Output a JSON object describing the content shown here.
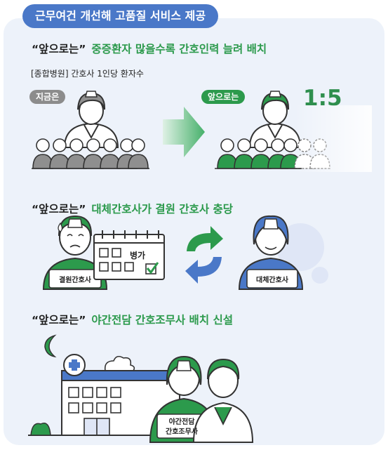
{
  "header": {
    "title": "근무여건 개선해 고품질 서비스 제공"
  },
  "section1": {
    "quote": "“앞으로는”",
    "title": "중증환자 많을수록 간호인력 늘려 배치",
    "subtitle": "[종합병원] 간호사 1인당 환자수",
    "now_label": "지금은",
    "future_label": "앞으로는",
    "ratio": "1:5"
  },
  "section2": {
    "quote": "“앞으로는”",
    "title": "대체간호사가 결원 간호사 충당",
    "sick_nurse_label": "결원간호사",
    "calendar_text": "병가",
    "substitute_label": "대체간호사"
  },
  "section3": {
    "quote": "“앞으로는”",
    "title": "야간전담 간호조무사 배치 신설",
    "night_label_line1": "야간전담",
    "night_label_line2": "간호조무사"
  },
  "colors": {
    "green": "#2c9a4c",
    "blue": "#4a78c8",
    "gray": "#8c8c8c"
  }
}
